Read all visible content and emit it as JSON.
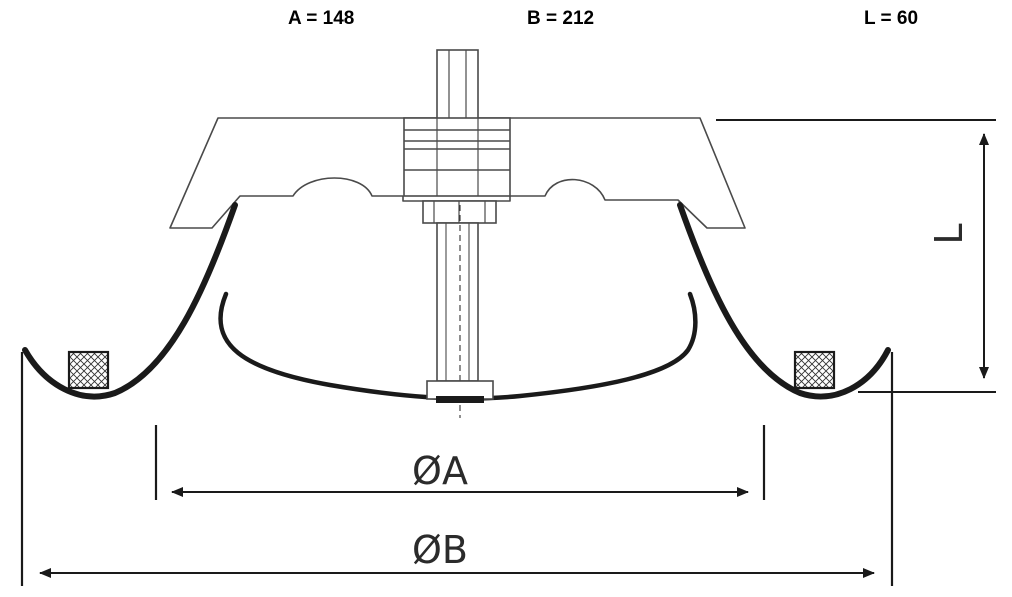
{
  "dimensions": {
    "a_text": "A = 148",
    "b_text": "B = 212",
    "l_text": "L = 60"
  },
  "labels": {
    "diameter_a": "ØA",
    "diameter_b": "ØB",
    "length": "L"
  },
  "colors": {
    "line": "#1a1a1a",
    "stroke_gray": "#444444"
  }
}
